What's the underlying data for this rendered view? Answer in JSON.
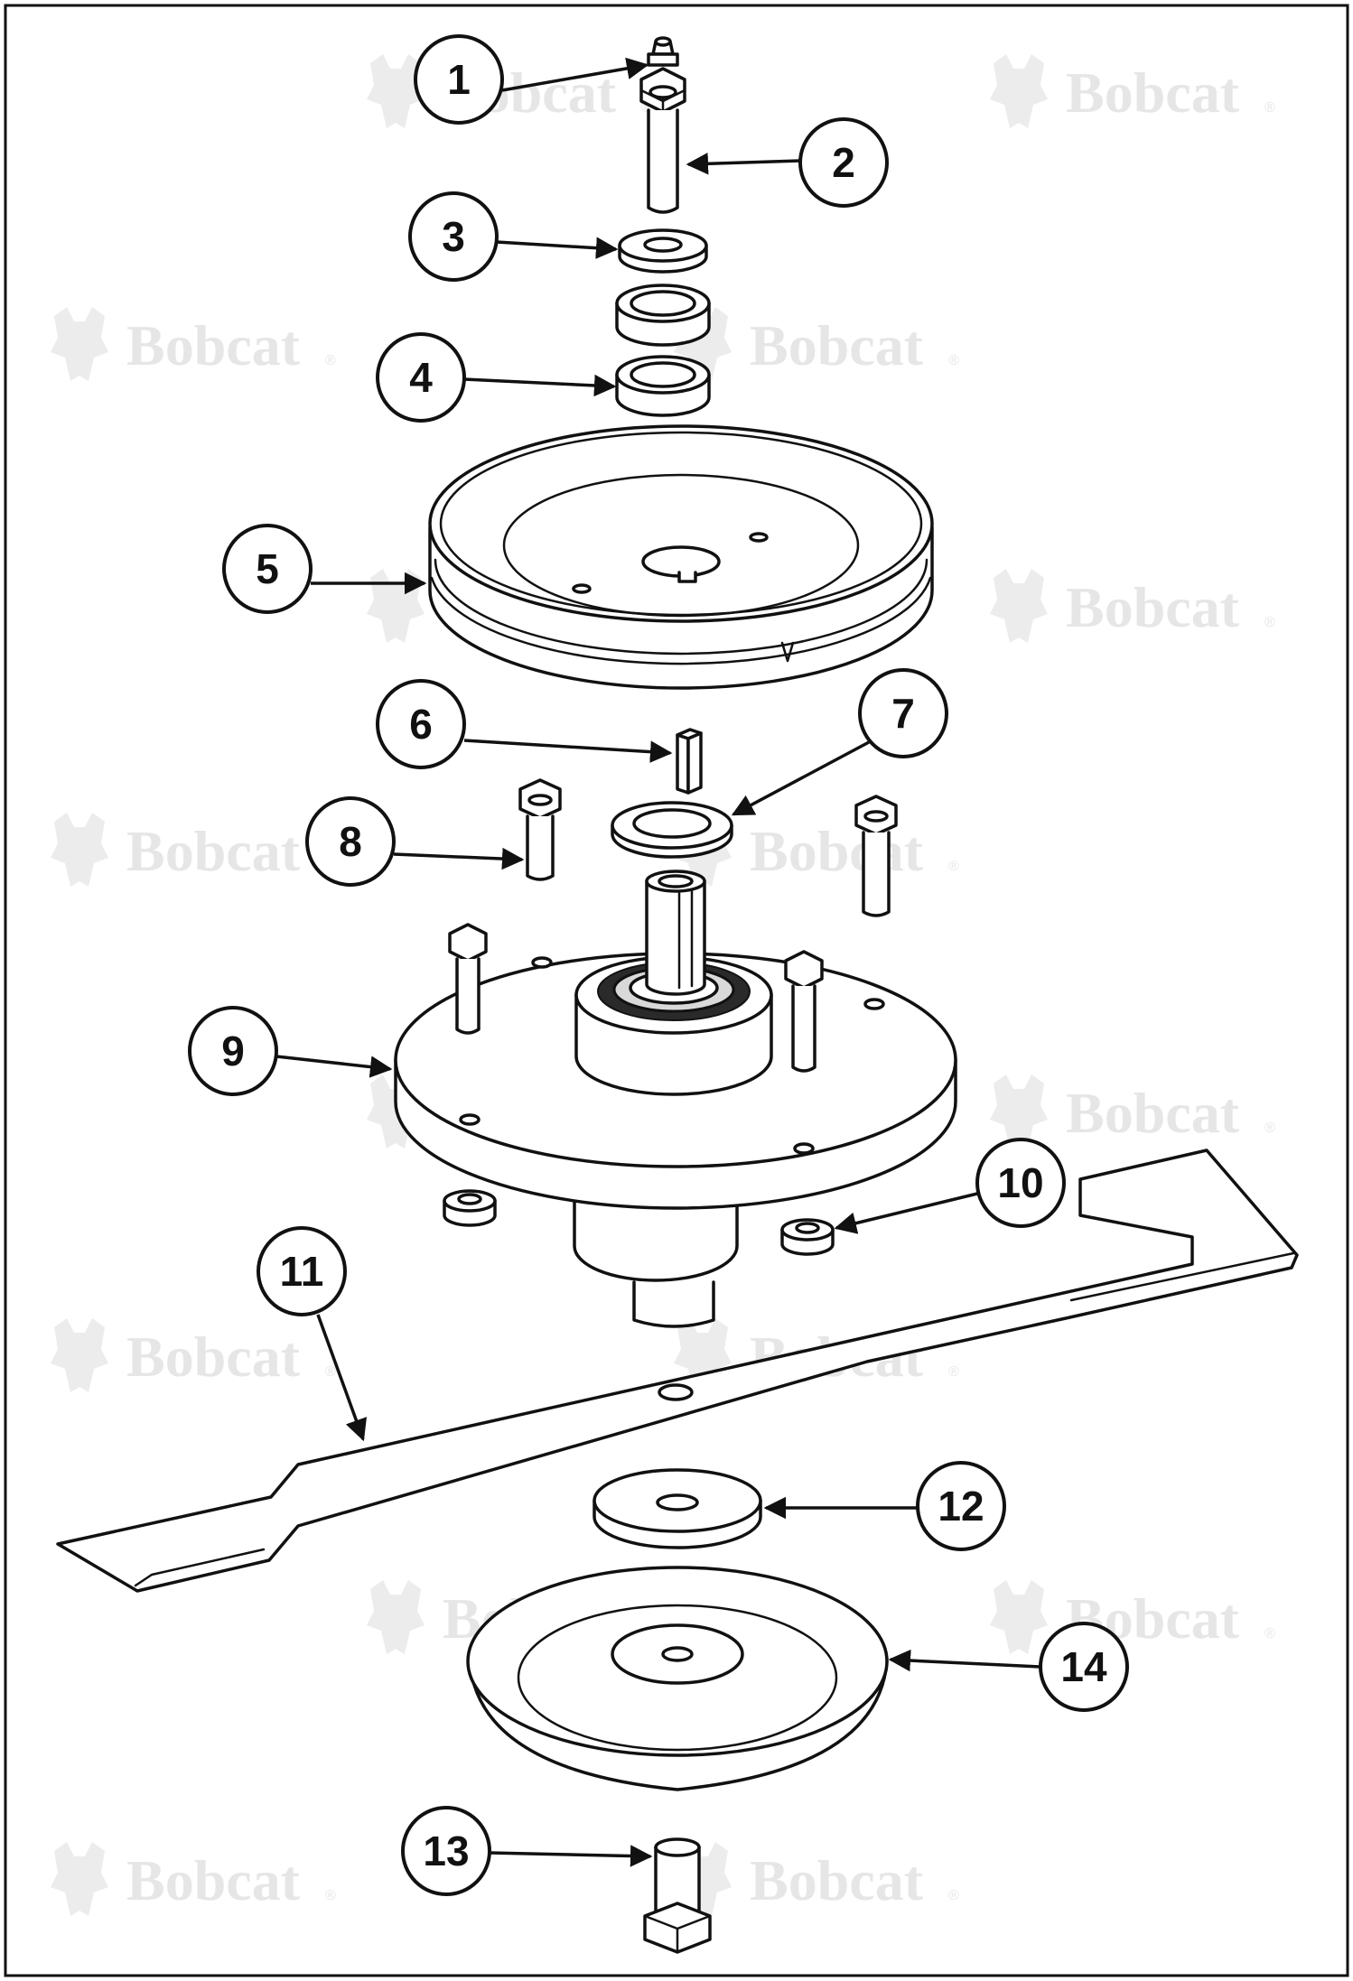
{
  "watermark": {
    "brand": "Bobcat",
    "registered_mark": "®"
  },
  "callouts": [
    {
      "id": "1",
      "label": "1"
    },
    {
      "id": "2",
      "label": "2"
    },
    {
      "id": "3",
      "label": "3"
    },
    {
      "id": "4",
      "label": "4"
    },
    {
      "id": "5",
      "label": "5"
    },
    {
      "id": "6",
      "label": "6"
    },
    {
      "id": "7",
      "label": "7"
    },
    {
      "id": "8",
      "label": "8"
    },
    {
      "id": "9",
      "label": "9"
    },
    {
      "id": "10",
      "label": "10"
    },
    {
      "id": "11",
      "label": "11"
    },
    {
      "id": "12",
      "label": "12"
    },
    {
      "id": "13",
      "label": "13"
    },
    {
      "id": "14",
      "label": "14"
    }
  ]
}
